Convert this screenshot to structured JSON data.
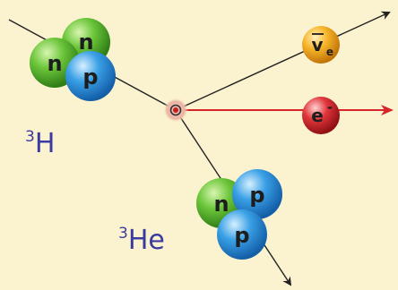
{
  "colors": {
    "background": "#fbf3cf",
    "neutron": "#5fb82e",
    "proton": "#2f8fd6",
    "electron": "#d8242a",
    "antineutrino": "#f3a51a",
    "label": "#3a3aa0",
    "electron_track": "#d8242a",
    "track": "#222222"
  },
  "labels": {
    "tritium": "3H",
    "tritium_mass": "3",
    "tritium_symbol": "H",
    "helium": "3He",
    "helium_mass": "3",
    "helium_symbol": "He"
  },
  "particles": {
    "neutron": "n",
    "proton": "p",
    "electron": "e",
    "electron_charge": "-",
    "antineutrino": "v",
    "antineutrino_sub": "e"
  }
}
